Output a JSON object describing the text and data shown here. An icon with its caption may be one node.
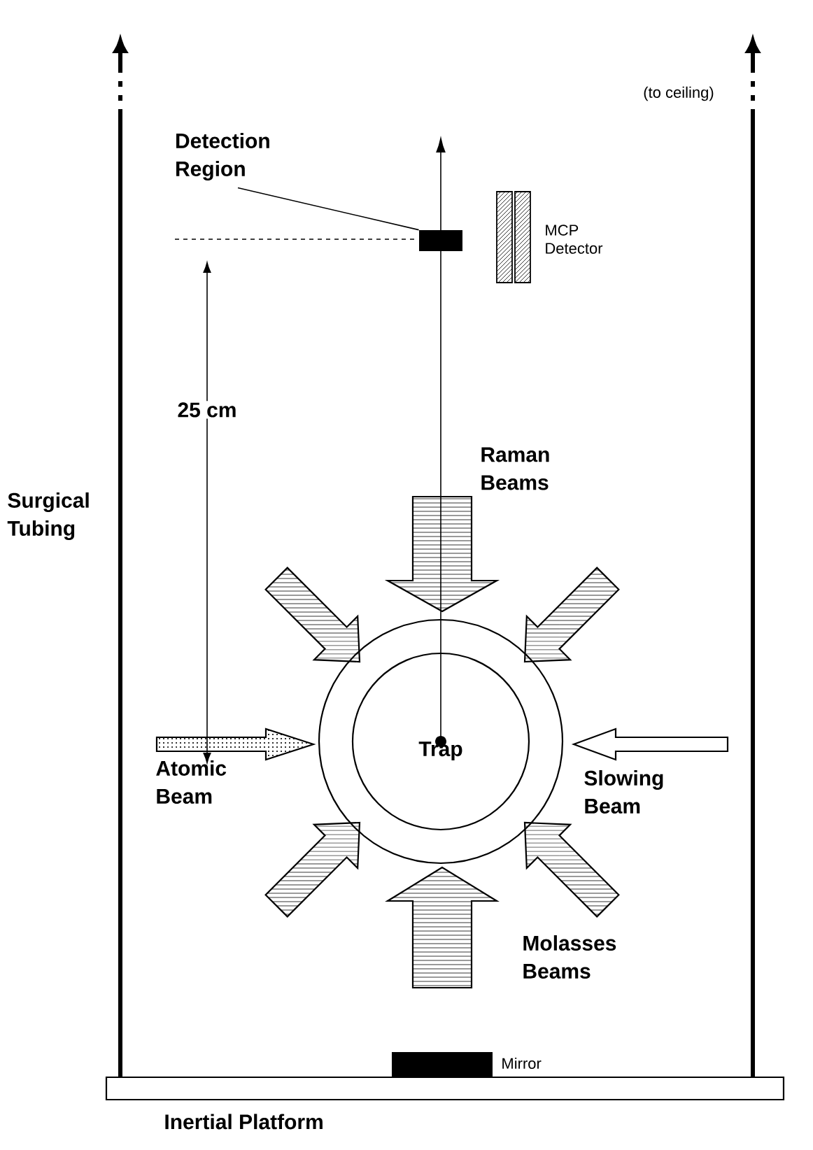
{
  "diagram": {
    "nodes": [
      {
        "text": [
          "Detection Region"
        ]
      },
      {
        "text": [],
        "shape": "bar"
      },
      {
        "text": [
          "Trap"
        ]
      },
      {
        "text": [
          "Inertial Platform"
        ]
      }
    ],
    "edges": [
      {
        "from": 0,
        "to": 1,
        "arrow": "none"
      },
      {
        "from": 2,
        "to": null,
        "arrow": "to"
      },
      {
        "from": null,
        "to": 2,
        "arrow": "to"
      },
      {
        "from": null,
        "to": 2,
        "arrow": "to"
      },
      {
        "from": null,
        "to": 2,
        "arrow": "to"
      },
      {
        "from": null,
        "to": 2,
        "arrow": "to"
      },
      {
        "from": null,
        "to": 2,
        "arrow": "to"
      },
      {
        "from": null,
        "to": 2,
        "arrow": "to"
      },
      {
        "from": null,
        "to": 2,
        "arrow": "to"
      },
      {
        "from": null,
        "to": 2,
        "arrow": "to"
      }
    ],
    "labels": [
      "(to ceiling)",
      "MCP Detector",
      "25 cm",
      "Surgical Tubing",
      "Raman Beams",
      "Atomic Beam",
      "Slowing Beam",
      "Molasses Beams",
      "Mirror"
    ]
  }
}
